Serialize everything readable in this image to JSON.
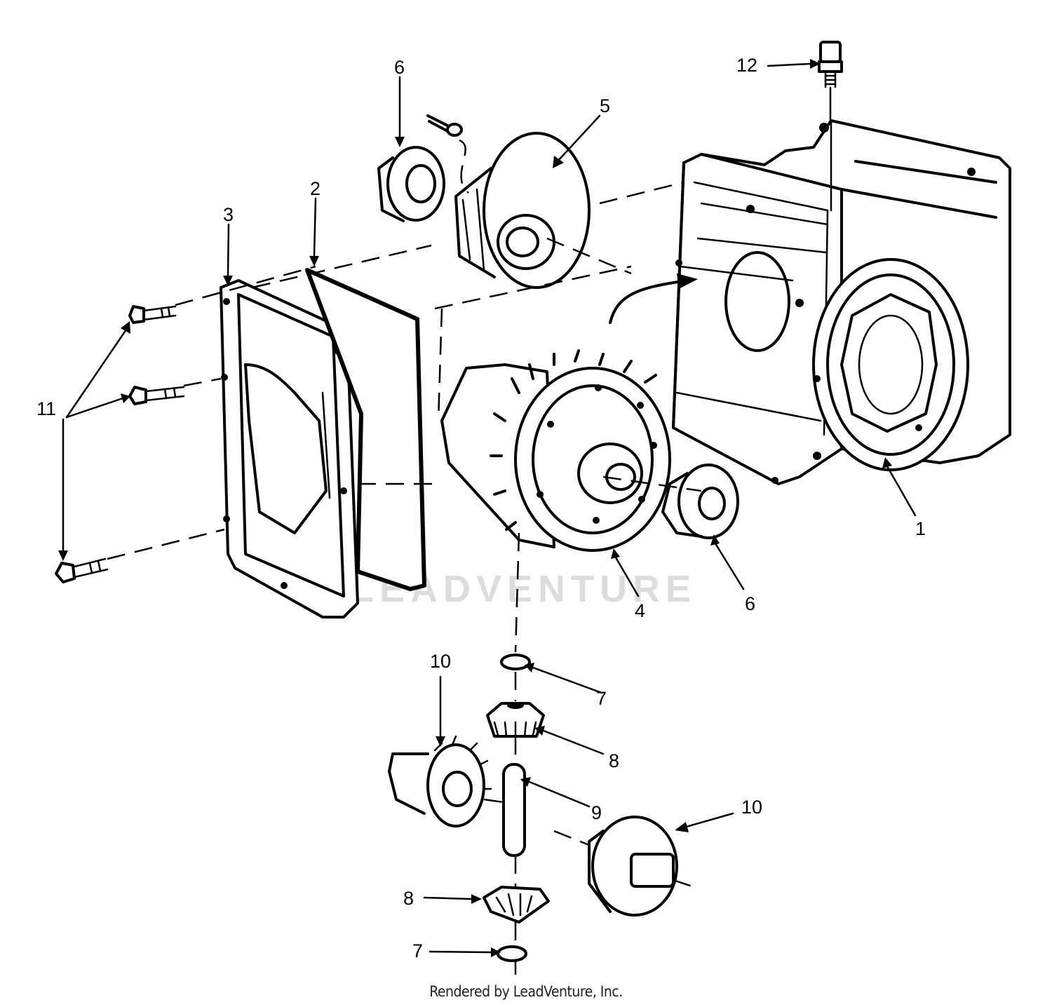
{
  "diagram": {
    "watermark": "LEADVENTURE",
    "footer": "Rendered by LeadVenture, Inc.",
    "callouts": [
      {
        "num": "1"
      },
      {
        "num": "2"
      },
      {
        "num": "3"
      },
      {
        "num": "4"
      },
      {
        "num": "5"
      },
      {
        "num": "6"
      },
      {
        "num": "6"
      },
      {
        "num": "7"
      },
      {
        "num": "7"
      },
      {
        "num": "8"
      },
      {
        "num": "8"
      },
      {
        "num": "9"
      },
      {
        "num": "10"
      },
      {
        "num": "10"
      },
      {
        "num": "11"
      },
      {
        "num": "12"
      }
    ]
  }
}
